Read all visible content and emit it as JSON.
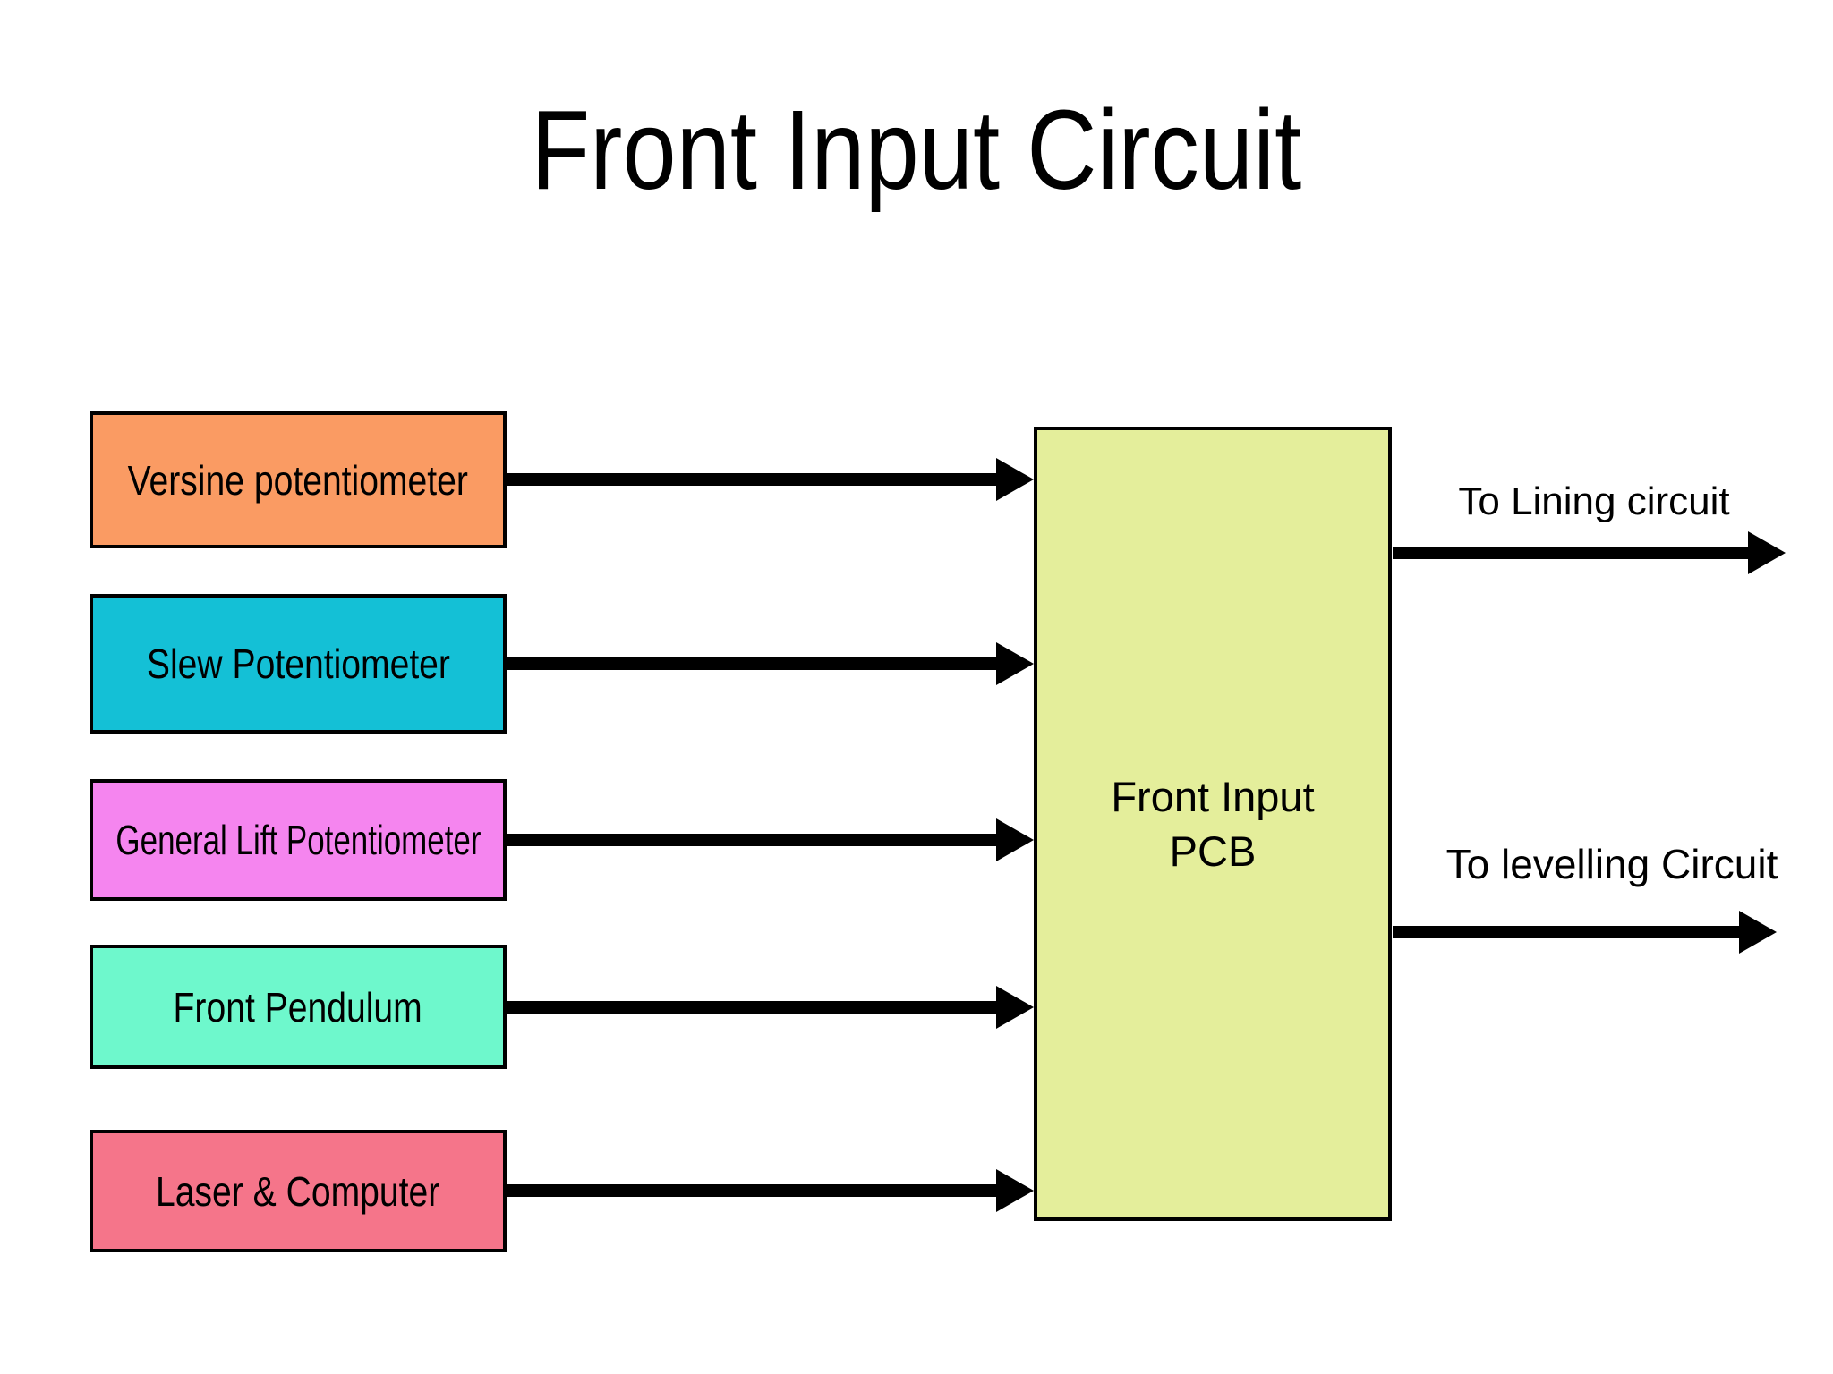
{
  "title": "Front Input Circuit",
  "input_boxes": [
    {
      "label": "Versine potentiometer",
      "color": "#FA9B63"
    },
    {
      "label": "Slew Potentiometer",
      "color": "#14C0D6"
    },
    {
      "label": "General Lift Potentiometer",
      "color": "#F585EF"
    },
    {
      "label": "Front Pendulum",
      "color": "#6EF8CC"
    },
    {
      "label": "Laser & Computer",
      "color": "#F5758A"
    }
  ],
  "pcb_box": {
    "label": "Front Input\nPCB",
    "color": "#E4EE9B"
  },
  "outputs": [
    {
      "label": "To Lining circuit"
    },
    {
      "label": "To levelling Circuit"
    }
  ],
  "connections": [
    {
      "from": "Versine potentiometer",
      "to": "Front Input PCB"
    },
    {
      "from": "Slew Potentiometer",
      "to": "Front Input PCB"
    },
    {
      "from": "General Lift Potentiometer",
      "to": "Front Input PCB"
    },
    {
      "from": "Front Pendulum",
      "to": "Front Input PCB"
    },
    {
      "from": "Laser & Computer",
      "to": "Front Input PCB"
    },
    {
      "from": "Front Input PCB",
      "to": "To Lining circuit"
    },
    {
      "from": "Front Input PCB",
      "to": "To levelling Circuit"
    }
  ],
  "colors": {
    "background": "#FFFFFF",
    "arrow": "#000000",
    "border": "#000000",
    "text": "#000000"
  }
}
